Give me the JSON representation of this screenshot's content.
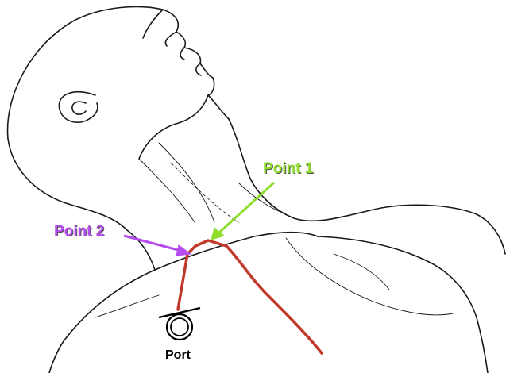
{
  "labels": {
    "point1": "Point 1",
    "point2": "Point 2",
    "port": "Port"
  },
  "colors": {
    "point1": "#8fde2e",
    "point2": "#b44cf0",
    "catheter": "#c0392b",
    "line": "#1a1a1a"
  }
}
